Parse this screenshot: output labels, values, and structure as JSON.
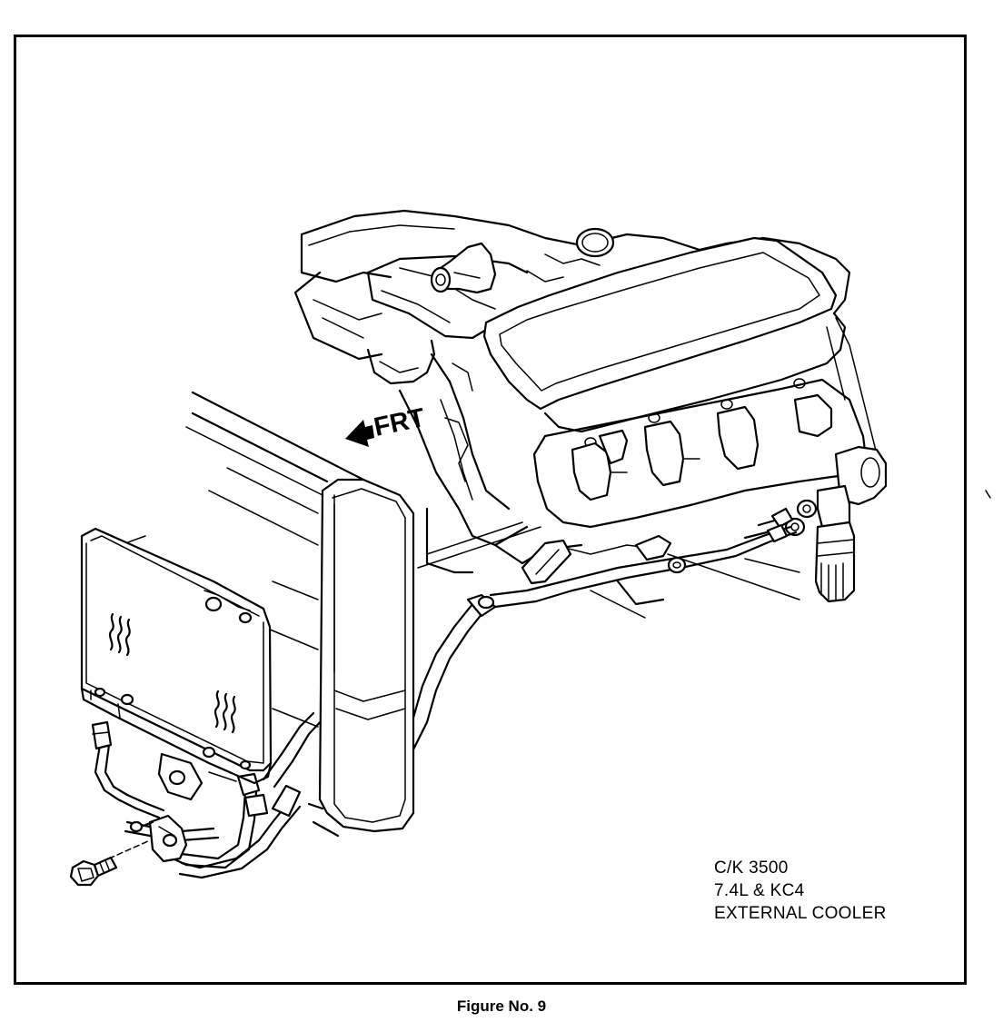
{
  "diagram": {
    "direction_label": "FRT",
    "model_lines": [
      "C/K 3500",
      "7.4L & KC4",
      "EXTERNAL COOLER"
    ],
    "caption": "Figure No. 9"
  },
  "colors": {
    "ink": "#000000",
    "paper": "#ffffff"
  }
}
